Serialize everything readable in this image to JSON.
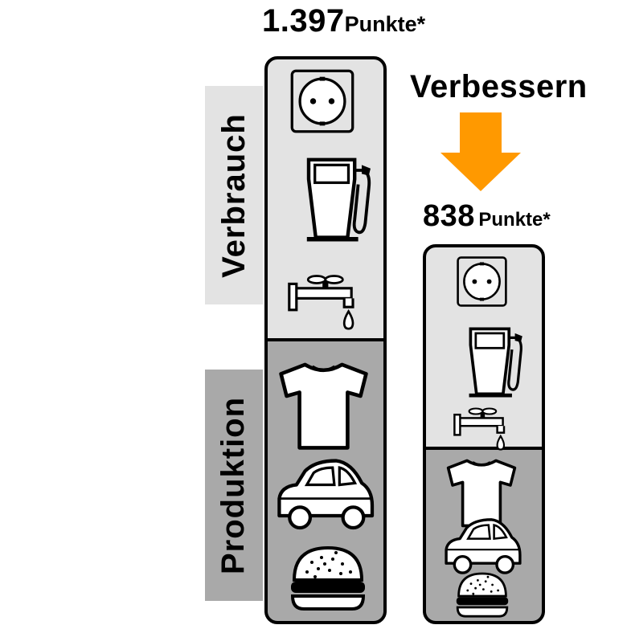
{
  "before": {
    "value": "1.397",
    "unit": "Punkte*"
  },
  "after": {
    "value": "838",
    "unit": "Punkte*"
  },
  "improve_label": "Verbessern",
  "labels": {
    "consumption": "Verbrauch",
    "production": "Produktion"
  },
  "colors": {
    "consumption_fill": "#e3e3e3",
    "production_fill": "#a9a9a9",
    "label_consumption_bg": "#e3e3e3",
    "label_production_bg": "#a9a9a9",
    "arrow": "#ff9900",
    "outline": "#000000"
  },
  "icons": {
    "consumption": [
      "power-socket-icon",
      "fuel-pump-icon",
      "water-tap-icon"
    ],
    "production": [
      "t-shirt-icon",
      "car-icon",
      "burger-icon"
    ]
  }
}
